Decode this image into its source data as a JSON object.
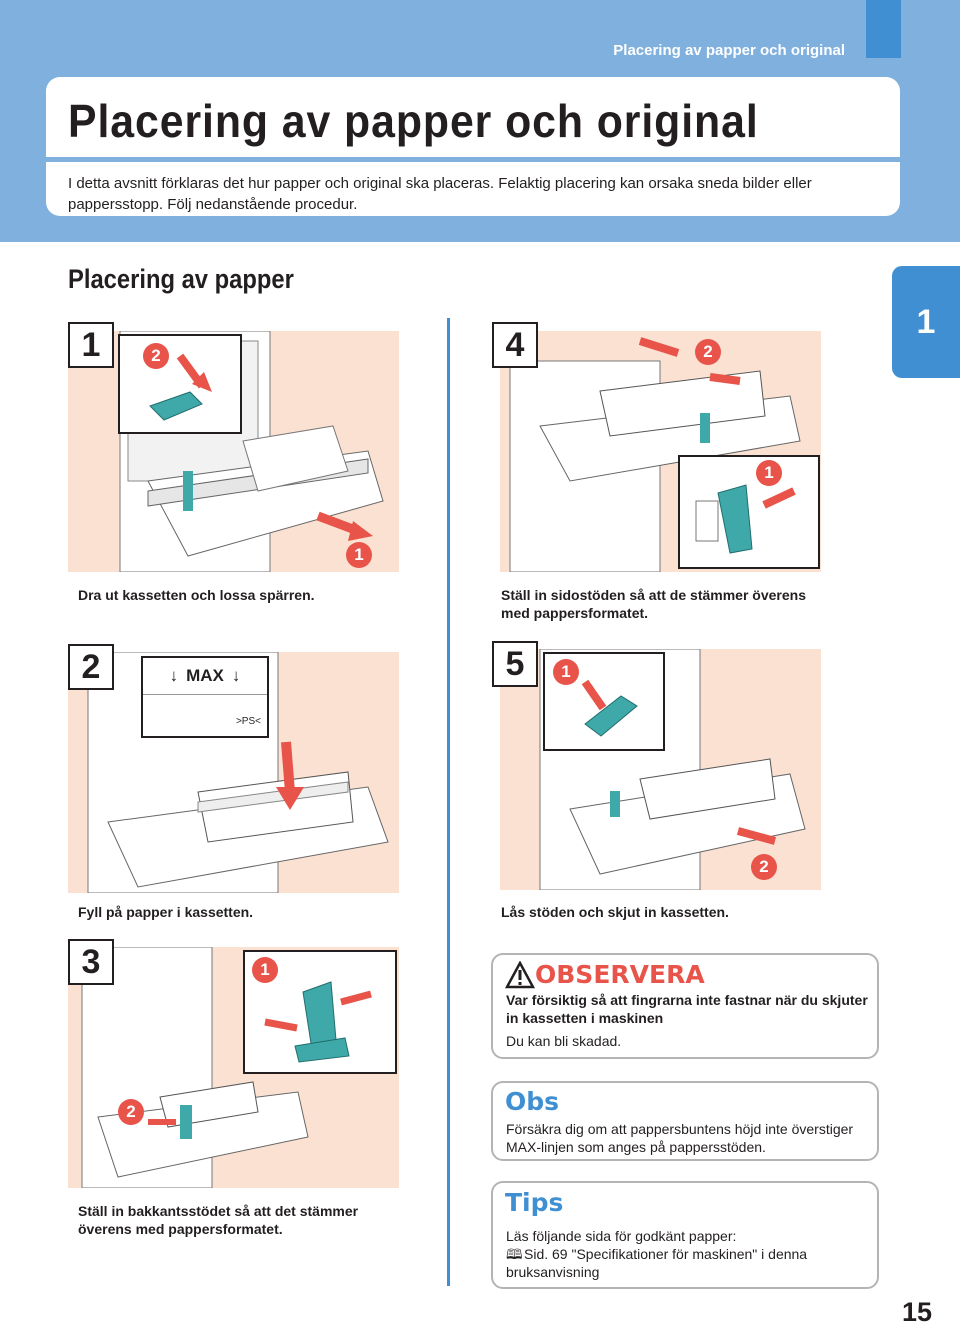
{
  "running_head": "Placering av papper och original",
  "page_title": "Placering av papper och original",
  "intro": "I detta avsnitt förklaras det hur papper och original ska placeras. Felaktig placering kan orsaka sneda bilder eller pappersstopp. Följ nedanstående procedur.",
  "section_title": "Placering av papper",
  "chapter_tab": "1",
  "steps": [
    {
      "number": "1",
      "caption": "Dra ut kassetten och lossa spärren.",
      "callouts": [
        "1",
        "2"
      ]
    },
    {
      "number": "2",
      "caption": "Fyll på papper i kassetten.",
      "labels": {
        "max": "MAX",
        "size": ">PS<"
      }
    },
    {
      "number": "3",
      "caption": "Ställ in bakkantsstödet så att det stämmer överens med pappersformatet.",
      "callouts": [
        "1",
        "2"
      ]
    },
    {
      "number": "4",
      "caption": "Ställ in sidostöden så att de stämmer överens med pappersformatet.",
      "callouts": [
        "1",
        "2"
      ]
    },
    {
      "number": "5",
      "caption": "Lås stöden och skjut in kassetten.",
      "callouts": [
        "1",
        "2"
      ]
    }
  ],
  "observera": {
    "heading": "OBSERVERA",
    "subheading": "Var försiktig så att fingrarna inte fastnar när du skjuter in kassetten i maskinen",
    "body": "Du kan bli skadad."
  },
  "obs": {
    "heading": "Obs",
    "body": "Försäkra dig om att pappersbuntens höjd inte överstiger MAX-linjen som anges på pappersstöden."
  },
  "tips": {
    "heading": "Tips",
    "line1": "Läs följande sida för godkänt papper:",
    "line2": "Sid. 69 \"Specifikationer för maskinen\" i denna bruksanvisning"
  },
  "page_number": "15",
  "colors": {
    "band": "#7fb0de",
    "accent": "#3f8fd2",
    "illustration_bg": "#fbe1d2",
    "callout_red": "#e8534a",
    "lever_teal": "#3ea9a8",
    "warning_red": "#e8534a"
  }
}
